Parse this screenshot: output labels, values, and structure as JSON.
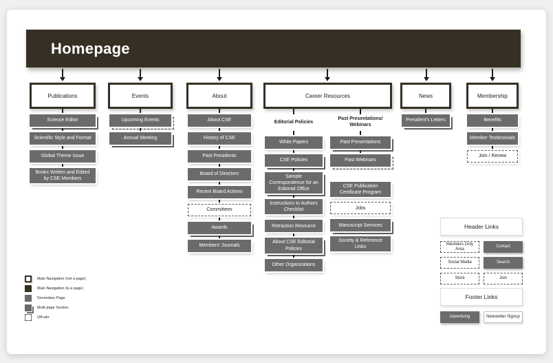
{
  "banner": {
    "title": "Homepage"
  },
  "columns": [
    {
      "label": "Publications",
      "nodes": [
        {
          "label": "Science Editor",
          "type": "multi"
        },
        {
          "label": "Scientific Style and Format",
          "type": "secondary"
        },
        {
          "label": "Global Theme Issue",
          "type": "secondary"
        },
        {
          "label": "Books Written and Edited by CSE Members",
          "type": "secondary"
        }
      ]
    },
    {
      "label": "Events",
      "nodes": [
        {
          "label": "Upcoming Events",
          "type": "multi-dashed"
        },
        {
          "label": "Annual Meeting",
          "type": "multi"
        }
      ]
    },
    {
      "label": "About",
      "nodes": [
        {
          "label": "About CSE",
          "type": "secondary"
        },
        {
          "label": "History of CSE",
          "type": "secondary"
        },
        {
          "label": "Past Presidents",
          "type": "secondary"
        },
        {
          "label": "Board of Directors",
          "type": "secondary"
        },
        {
          "label": "Recent Board Actions",
          "type": "secondary"
        },
        {
          "label": "Committees",
          "type": "offsite"
        },
        {
          "label": "Awards",
          "type": "multi"
        },
        {
          "label": "Members' Journals",
          "type": "secondary"
        }
      ]
    },
    {
      "label": "Career Resources",
      "subcolumns": [
        {
          "label": "Editorial Policies",
          "nodes": [
            {
              "label": "White Papers",
              "type": "secondary"
            },
            {
              "label": "CSE Policies",
              "type": "multi"
            },
            {
              "label": "Sample Correspondence for an Editorial Office",
              "type": "multi"
            },
            {
              "label": "Instructions to Authors Checklist",
              "type": "secondary"
            },
            {
              "label": "Retraction Resource",
              "type": "secondary"
            },
            {
              "label": "About CSE Editorial Policies",
              "type": "multi"
            },
            {
              "label": "Other Organizations",
              "type": "secondary"
            }
          ]
        },
        {
          "label": "Past Presentations/ Webinars",
          "nodes": [
            {
              "label": "Past Presentations",
              "type": "multi"
            },
            {
              "label": "Past Webinars",
              "type": "multi-dashed"
            }
          ],
          "unlinked_nodes": [
            {
              "label": "CSE Publication Certificate Program",
              "type": "secondary"
            },
            {
              "label": "Jobs",
              "type": "offsite"
            },
            {
              "label": "Manuscript Services",
              "type": "multi"
            },
            {
              "label": "Society & Reference Links",
              "type": "secondary"
            }
          ]
        }
      ]
    },
    {
      "label": "News",
      "nodes": [
        {
          "label": "President's Letters",
          "type": "multi"
        }
      ]
    },
    {
      "label": "Membership",
      "nodes": [
        {
          "label": "Benefits",
          "type": "secondary"
        },
        {
          "label": "Member Testimonials",
          "type": "secondary"
        },
        {
          "label": "Join / Renew",
          "type": "offsite"
        }
      ]
    }
  ],
  "legend": {
    "items": [
      {
        "label": "Main Navigation (not a page)",
        "type": "main-nav-not-page"
      },
      {
        "label": "Main Navigation (is a page)",
        "type": "main-nav-is-page"
      },
      {
        "label": "Secondary Page",
        "type": "secondary"
      },
      {
        "label": "Multi-page Section",
        "type": "multi"
      },
      {
        "label": "Off-site",
        "type": "offsite"
      }
    ]
  },
  "link_panels": {
    "header": {
      "title": "Header Links",
      "buttons": [
        {
          "label": "Members Only Area",
          "type": "offsite"
        },
        {
          "label": "Contact",
          "type": "secondary"
        },
        {
          "label": "Social Media",
          "type": "offsite"
        },
        {
          "label": "Search",
          "type": "secondary"
        },
        {
          "label": "Store",
          "type": "offsite"
        },
        {
          "label": "Join",
          "type": "offsite"
        }
      ]
    },
    "footer": {
      "title": "Footer Links",
      "buttons": [
        {
          "label": "Advertising",
          "type": "secondary"
        },
        {
          "label": "Newsletter Signup",
          "type": "plain"
        }
      ]
    }
  },
  "colors": {
    "banner": "#362f23",
    "secondary_fill": "#6b6b6b",
    "connector": "#1e1e1e"
  }
}
